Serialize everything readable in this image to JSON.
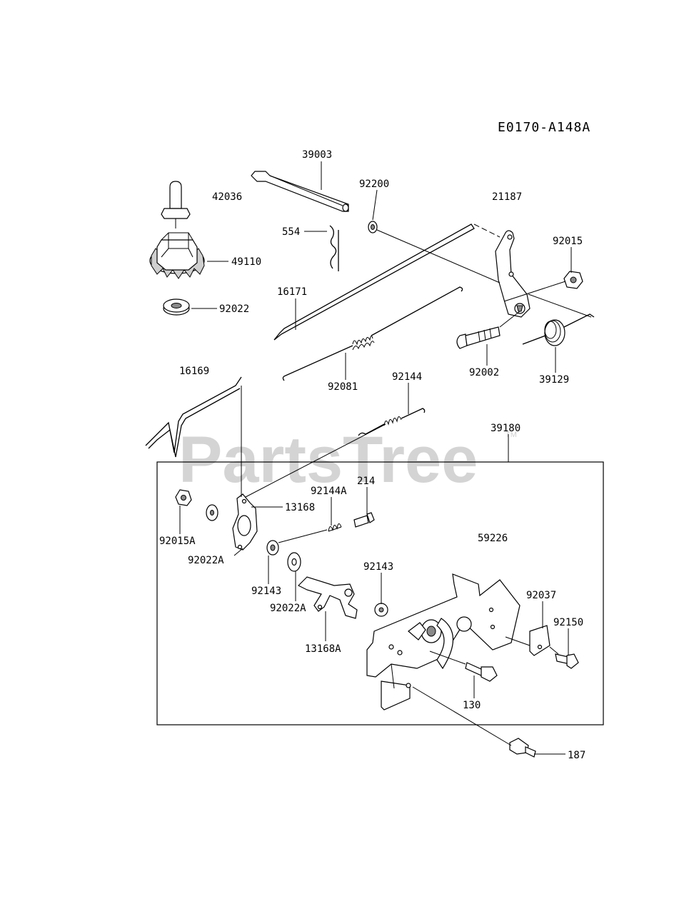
{
  "diagram_code": "E0170-A148A",
  "watermark": "PartsTree",
  "watermark_mark": "TM",
  "colors": {
    "line": "#000000",
    "background": "#ffffff",
    "watermark": "#d4d4d4",
    "shade": "#cfcfcf"
  },
  "part_labels": {
    "p39003": "39003",
    "p42036": "42036",
    "p92200": "92200",
    "p21187": "21187",
    "p92015": "92015",
    "p554": "554",
    "p49110": "49110",
    "p16171": "16171",
    "p92022": "92022",
    "p92002": "92002",
    "p39129": "39129",
    "p16169": "16169",
    "p92144": "92144",
    "p92081": "92081",
    "p39180": "39180",
    "p214": "214",
    "p92144A": "92144A",
    "p13168": "13168",
    "p92015A": "92015A",
    "p59226": "59226",
    "p92022A_1": "92022A",
    "p92143_1": "92143",
    "p92143_2": "92143",
    "p92037": "92037",
    "p92022A_2": "92022A",
    "p92150": "92150",
    "p13168A": "13168A",
    "p130": "130",
    "p187": "187"
  }
}
